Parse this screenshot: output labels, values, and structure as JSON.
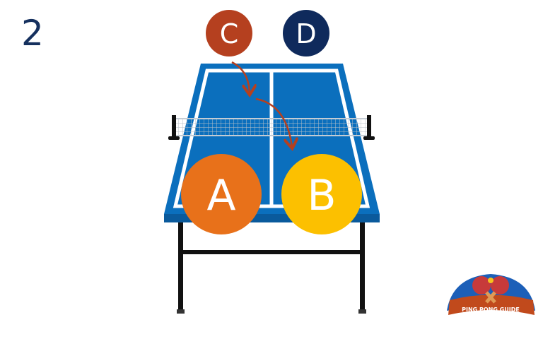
{
  "step_number": "2",
  "players": {
    "a": {
      "label": "A",
      "color": "#e8711a"
    },
    "b": {
      "label": "B",
      "color": "#fcc000"
    },
    "c": {
      "label": "C",
      "color": "#b5401f"
    },
    "d": {
      "label": "D",
      "color": "#0f2a5c"
    }
  },
  "table_color": "#0b6fbd",
  "arrow_color": "#b5401f",
  "logo": {
    "text": "PING PONG GUIDE"
  }
}
